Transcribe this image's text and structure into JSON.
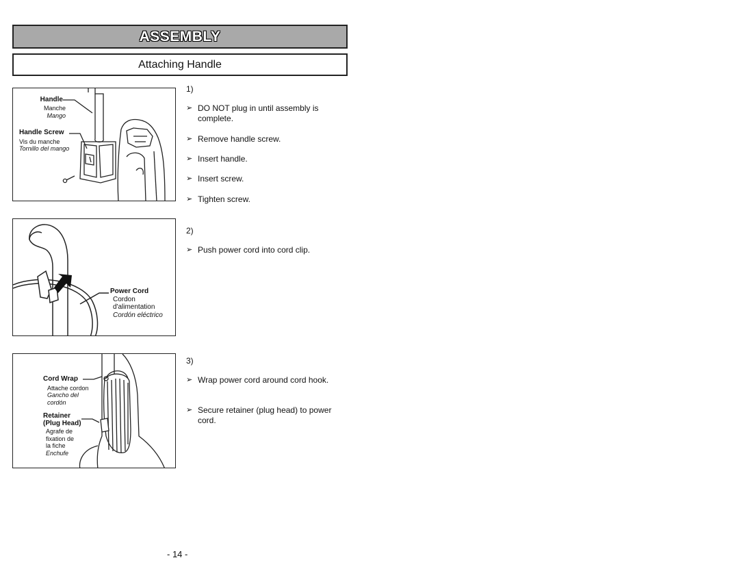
{
  "section_title": "ASSEMBLY",
  "subsection_title": "Attaching Handle",
  "figure1": {
    "handle": {
      "en": "Handle",
      "fr": "Manche",
      "es": "Mango"
    },
    "handle_screw": {
      "en": "Handle Screw",
      "fr": "Vis du manche",
      "es": "Tornillo del mango"
    }
  },
  "figure2": {
    "power_cord": {
      "en": "Power Cord",
      "fr1": "Cordon",
      "fr2": "d'alimentation",
      "es": "Cordón eléctrico"
    }
  },
  "figure3": {
    "cord_wrap": {
      "en": "Cord Wrap",
      "fr": "Attache cordon",
      "es1": "Gancho del",
      "es2": "cordón"
    },
    "retainer": {
      "en1": "Retainer",
      "en2": "(Plug Head)",
      "fr1": "Agrafe de",
      "fr2": "fixation de",
      "fr3": "la fiche",
      "es": "Enchufe"
    }
  },
  "bullet_arrow": "➢",
  "steps": [
    {
      "number": "1)",
      "items": [
        "DO NOT plug in until assembly is complete.",
        "Remove handle screw.",
        "Insert handle.",
        "Insert screw.",
        "Tighten screw."
      ]
    },
    {
      "number": "2)",
      "items": [
        "Push power cord into cord clip."
      ]
    },
    {
      "number": "3)",
      "items": [
        "Wrap power cord around cord hook.",
        "Secure retainer (plug head) to power cord."
      ]
    }
  ],
  "page_number": "- 14 -"
}
